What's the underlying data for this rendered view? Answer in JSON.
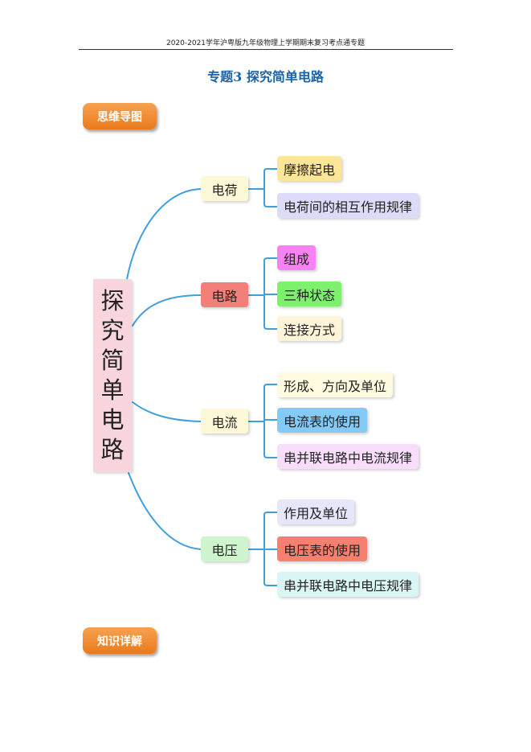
{
  "header": {
    "text": "2020-2021学年沪粤版九年级物理上学期期末复习考点通专题"
  },
  "title": "专题3  探究简单电路",
  "sections": {
    "mindmap_tab": "思维导图",
    "knowledge_tab": "知识详解"
  },
  "mindmap": {
    "root_chars": [
      "探",
      "究",
      "简",
      "单",
      "电",
      "路"
    ],
    "branches": [
      {
        "label": "电荷",
        "color": "#fdf9d8",
        "leaves": [
          {
            "label": "摩擦起电",
            "color": "#fde59a"
          },
          {
            "label": "电荷间的相互作用规律",
            "color": "#dcdcfa"
          }
        ]
      },
      {
        "label": "电路",
        "color": "#f37f7a",
        "leaves": [
          {
            "label": "组成",
            "color": "#f782f2"
          },
          {
            "label": "三种状态",
            "color": "#7ef06e"
          },
          {
            "label": "连接方式",
            "color": "#fef4da"
          }
        ]
      },
      {
        "label": "电流",
        "color": "#fdf9d8",
        "leaves": [
          {
            "label": "形成、方向及单位",
            "color": "#fefbe0"
          },
          {
            "label": "电流表的使用",
            "color": "#84caf6"
          },
          {
            "label": "串并联电路中电流规律",
            "color": "#f8defa"
          }
        ]
      },
      {
        "label": "电压",
        "color": "#cef5cd",
        "leaves": [
          {
            "label": "作用及单位",
            "color": "#e6e6fb"
          },
          {
            "label": "电压表的使用",
            "color": "#f6806f"
          },
          {
            "label": "串并联电路中电压规律",
            "color": "#d9f6f4"
          }
        ]
      }
    ]
  }
}
